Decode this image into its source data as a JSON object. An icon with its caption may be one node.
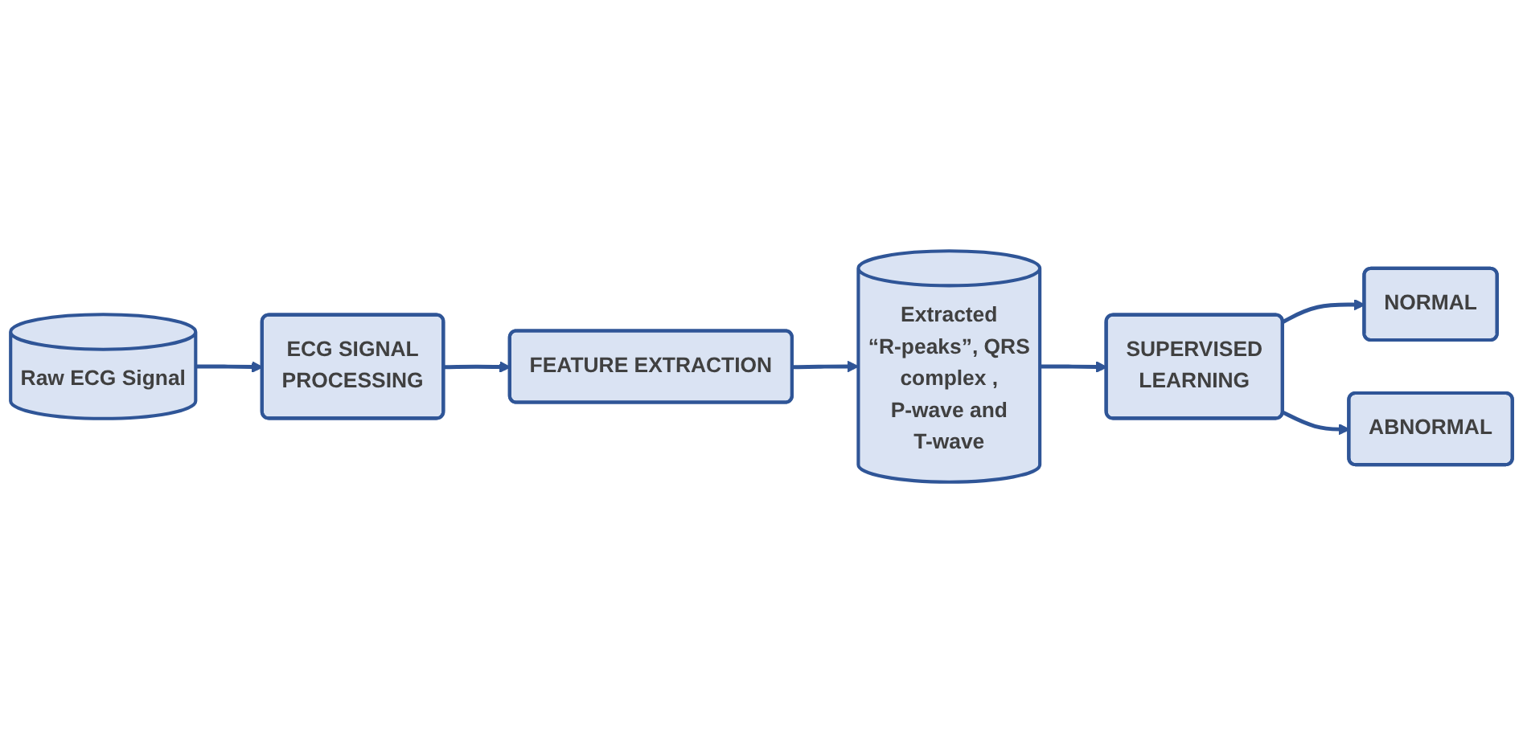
{
  "diagram": {
    "nodes": [
      {
        "text": [
          "Raw ECG Signal"
        ]
      },
      {
        "text": [
          "ECG SIGNAL PROCESSING"
        ]
      },
      {
        "text": [
          "FEATURE EXTRACTION"
        ]
      },
      {
        "text": [
          "Extracted “R-peaks”, QRS complex , P-wave and T-wave"
        ]
      },
      {
        "text": [
          "SUPERVISED LEARNING"
        ]
      },
      {
        "text": [
          "NORMAL"
        ]
      },
      {
        "text": [
          "ABNORMAL"
        ]
      }
    ],
    "edges": [
      {
        "from": 0,
        "to": 1,
        "arrow": "to"
      },
      {
        "from": 1,
        "to": 2,
        "arrow": "to"
      },
      {
        "from": 2,
        "to": 3,
        "arrow": "to"
      },
      {
        "from": 3,
        "to": 4,
        "arrow": "to"
      },
      {
        "from": 4,
        "to": 5,
        "arrow": "to"
      },
      {
        "from": 4,
        "to": 6,
        "arrow": "to"
      }
    ]
  }
}
